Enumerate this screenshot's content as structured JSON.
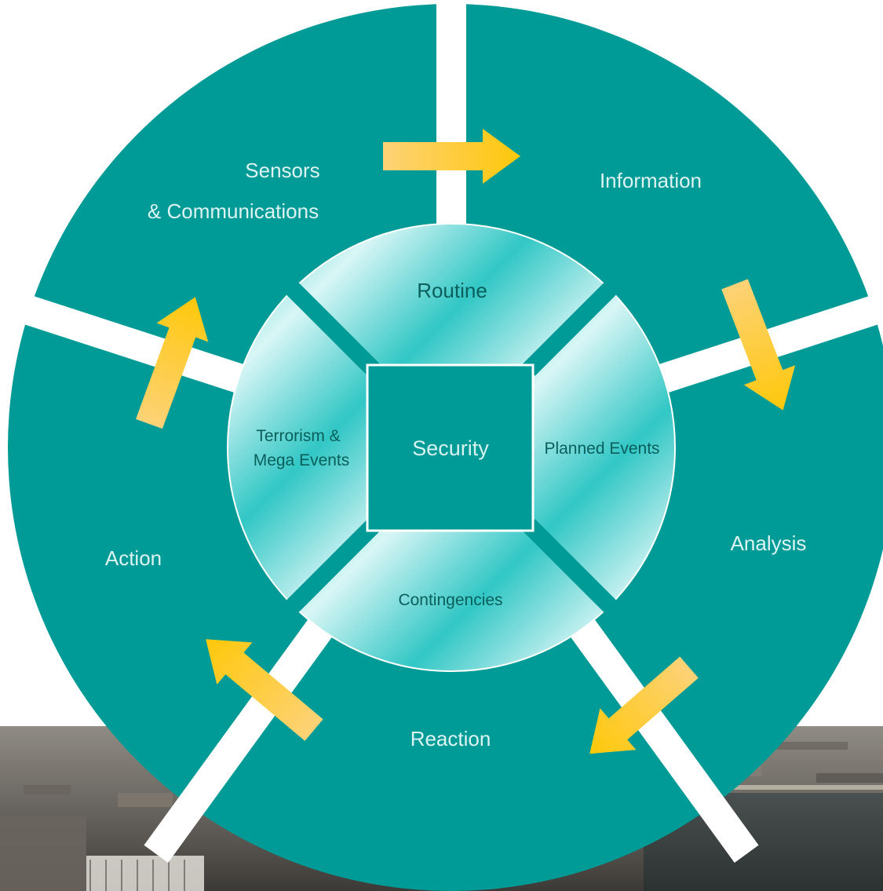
{
  "diagram": {
    "outer_segments": [
      {
        "id": "sensors",
        "lines": [
          "Sensors",
          "& Communications"
        ]
      },
      {
        "id": "information",
        "lines": [
          "Information"
        ]
      },
      {
        "id": "analysis",
        "lines": [
          "Analysis"
        ]
      },
      {
        "id": "reaction",
        "lines": [
          "Reaction"
        ]
      },
      {
        "id": "action",
        "lines": [
          "Action"
        ]
      }
    ],
    "inner_segments": [
      {
        "id": "routine",
        "lines": [
          "Routine"
        ]
      },
      {
        "id": "planned-events",
        "lines": [
          "Planned Events"
        ]
      },
      {
        "id": "contingencies",
        "lines": [
          "Contingencies"
        ]
      },
      {
        "id": "terrorism",
        "lines": [
          "Terrorism &",
          "Mega Events"
        ]
      }
    ],
    "center": {
      "label": "Security"
    }
  },
  "colors": {
    "teal": "#009b96",
    "arrow_light": "#fdd277",
    "arrow_dark": "#fec80a",
    "ring_light": "#e8fafa",
    "ring_dark": "#2bc4c2"
  },
  "icons": {
    "arrows": [
      "flow-arrow-sensors-to-information",
      "flow-arrow-information-to-analysis",
      "flow-arrow-analysis-to-reaction",
      "flow-arrow-reaction-to-action",
      "flow-arrow-action-to-sensors"
    ]
  }
}
